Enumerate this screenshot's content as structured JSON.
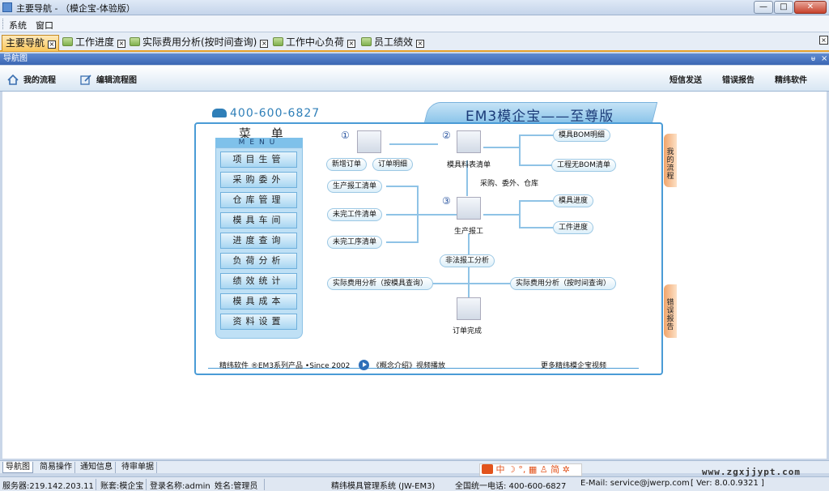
{
  "window": {
    "title": "主要导航 - （模企宝-体验版）",
    "min": "—",
    "max": "□",
    "close": "✕"
  },
  "menubar": [
    "系统",
    "窗口"
  ],
  "tabs": [
    {
      "label": "主要导航",
      "active": true
    },
    {
      "label": "工作进度",
      "active": false
    },
    {
      "label": "实际费用分析(按时间查询)",
      "active": false
    },
    {
      "label": "工作中心负荷",
      "active": false
    },
    {
      "label": "员工绩效",
      "active": false
    }
  ],
  "tab_close_glyph": "×",
  "panel": {
    "title": "导航图",
    "pin": "ᵾ",
    "close": "×"
  },
  "toolbar": {
    "left": [
      "我的流程",
      "编辑流程图"
    ],
    "right": [
      "短信发送",
      "错误报告",
      "精纬软件"
    ]
  },
  "header": {
    "phone": "400-600-6827",
    "banner": "EM3模企宝——至尊版"
  },
  "menu": {
    "title": "菜 单",
    "subtitle": "MENU",
    "items": [
      "项目生管",
      "采购委外",
      "仓库管理",
      "模具车间",
      "进度查询",
      "负荷分析",
      "绩效统计",
      "模具成本",
      "资料设置"
    ]
  },
  "flow": {
    "steps": [
      "①",
      "②",
      "③"
    ],
    "nodes": {
      "new_order": "新增订单",
      "order_detail": "订单明细",
      "bom_list": "模具料表清单",
      "mold_bom": "模具BOM明细",
      "no_bom": "工程无BOM清单",
      "purchase": "采购、委外、仓库",
      "prod_report_list": "生产报工清单",
      "unfinished_work": "未完工件清单",
      "unfinished_proc": "未完工序清单",
      "prod_report": "生产报工",
      "mold_progress": "模具进度",
      "part_progress": "工件进度",
      "illegal_report": "非法报工分析",
      "cost_by_mold": "实际费用分析（按模具查询）",
      "cost_by_time": "实际费用分析（按时间查询）",
      "order_done": "订单完成"
    },
    "side_tabs": [
      "我的流程",
      "错误报告"
    ]
  },
  "footer": {
    "product": "精纬软件 ®EM3系列产品 •Since 2002",
    "video": "《概念介绍》视频播放",
    "more": "更多精纬模企宝视频"
  },
  "bottom_tabs": [
    "导航图",
    "简易操作",
    "通知信息",
    "待审单据"
  ],
  "ime": {
    "text": "中 ☽ °, ▦ ♙ 简 ✲"
  },
  "website": "www.zgxjjypt.com",
  "status": {
    "server": "服务器:219.142.203.11",
    "account": "账套:模企宝",
    "login": "登录名称:admin",
    "name": "姓名:管理员",
    "system": "精纬模具管理系统 (JW-EM3)",
    "phone": "全国统一电话: 400-600-6827",
    "email": "E-Mail: service@jwerp.com",
    "version": "[ Ver: 8.0.0.9321 ]"
  },
  "colors": {
    "accent": "#4a9bd6",
    "tab_active": "#f8c65c",
    "header_blue": "#3b66b3"
  }
}
